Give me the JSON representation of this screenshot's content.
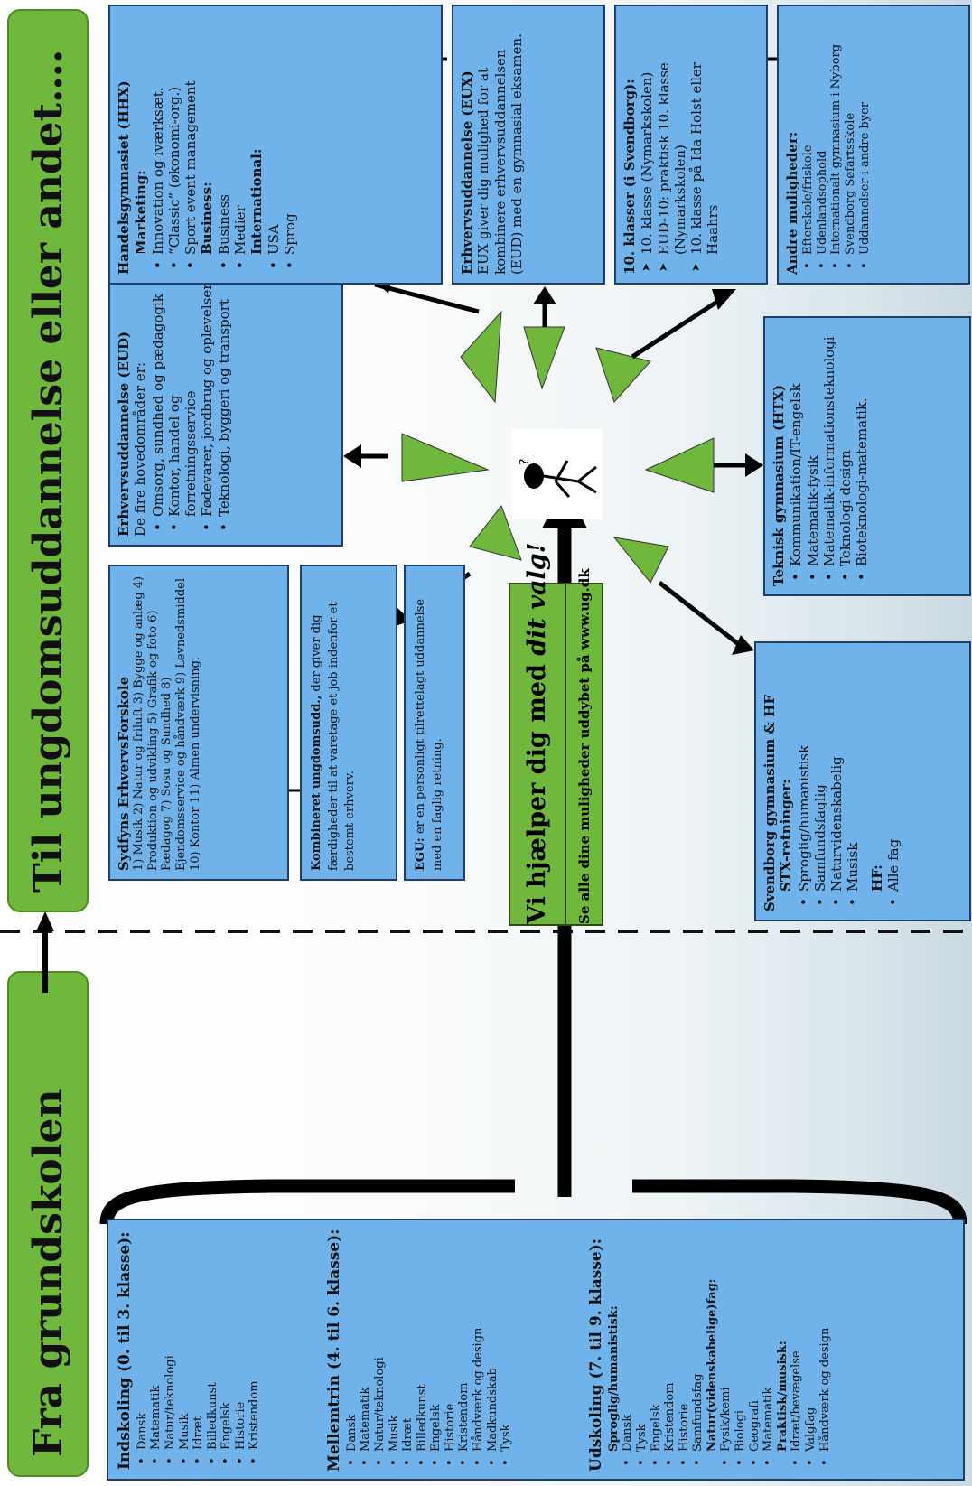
{
  "banners": {
    "left_title": "Fra grundskolen",
    "right_title": "Til ungdomsuddannelse eller andet…."
  },
  "center": {
    "main": "Vi hjælper dig med dit valg!",
    "main_before": "Vi hjælper dig med ",
    "main_italic": "dit valg!",
    "sub": "Se alle dine muligheder uddybet på www.ug.dk"
  },
  "grundskole": {
    "sections": [
      {
        "title": "Indskoling (0. til 3. klasse):",
        "items": [
          "Dansk",
          "Matematik",
          "Natur/teknologi",
          "Musik",
          "Idræt",
          "Billedkunst",
          "Engelsk",
          "Historie",
          "Kristendom"
        ]
      },
      {
        "title": "Mellemtrin (4. til 6. klasse):",
        "items": [
          "Dansk",
          "Matematik",
          "Natur/teknologi",
          "Musik",
          "Idræt",
          "Billedkunst",
          "Engelsk",
          "Historie",
          "Kristendom",
          "Håndværk og design",
          "Madkundskab",
          "Tysk"
        ]
      },
      {
        "title": "Udskoling (7. til 9. klasse):",
        "groups": [
          {
            "name": "Sproglig/humanistisk:",
            "items": [
              "Dansk",
              "Tysk",
              "Engelsk",
              "Kristendom",
              "Historie",
              "Samfundsfag"
            ]
          },
          {
            "name": "Natur(videnskabelige)fag:",
            "items": [
              "Fysik/kemi",
              "Biologi",
              "Geografi",
              "Matematik"
            ]
          },
          {
            "name": "Praktisk/musisk:",
            "items": [
              "Idræt/bevægelse",
              "Valgfag",
              "Håndværk og design"
            ]
          }
        ]
      }
    ]
  },
  "sydfyns": {
    "title": "Sydfyns ErhvervsForskole",
    "text": "1) Musik 2) Natur og friluft 3) Bygge og anlæg 4) Produktion og udvikling 5) Grafik og foto 6) Pædagog 7) Sosu og Sundhed 8) Ejendomsservice og håndværk 9) Levnedsmiddel 10) Kontor 11) Almen undervisning."
  },
  "kombineret": {
    "title": "Kombineret ungdomsudd.,",
    "text": " der giver dig færdigheder til at varetage et job indenfor et bestemt erhverv."
  },
  "egu": {
    "title": "EGU:",
    "text": " er en personligt tilrettelagt uddannelse med en faglig retning."
  },
  "eud": {
    "title": "Erhvervsuddannelse (EUD)",
    "intro": "De fire hovedområder er:",
    "items": [
      "Omsorg, sundhed og pædagogik",
      "Kontor, handel og forretningsservice",
      "Fødevarer, jordbrug og oplevelser",
      "Teknologi, byggeri og transport"
    ]
  },
  "stx": {
    "title": "Svendborg gymnasium & HF",
    "subtitle": "STX-retninger:",
    "items": [
      "Sproglig/humanistisk",
      "Samfundsfaglig",
      "Naturvidenskabelig",
      "Musisk"
    ],
    "hf_title": "HF:",
    "hf_items": [
      "Alle fag"
    ]
  },
  "htx": {
    "title": "Teknisk gymnasium (HTX)",
    "items": [
      "Kommunikation/IT-engelsk",
      "Matematik-fysik",
      "Matematik-informationsteknologi",
      "Teknologi design",
      "Bioteknologi-matematik."
    ]
  },
  "hhx": {
    "title": "Handelsgymnasiet (HHX)",
    "groups": [
      {
        "name": "Marketing:",
        "items": [
          "Innovation og iværksæt.",
          "“Classic” (økonomi-org.)",
          "Sport event management"
        ]
      },
      {
        "name": "Business:",
        "items": [
          "Business",
          "Medier"
        ]
      },
      {
        "name": "International:",
        "items": [
          "USA",
          "Sprog"
        ]
      }
    ]
  },
  "eux": {
    "title": "Erhvervsuddannelse (EUX)",
    "text": "EUX giver dig mulighed for at kombinere erhvervsuddannelsen (EUD) med en gymnasial eksamen."
  },
  "tiende": {
    "title": "10. klasser (i Svendborg):",
    "items": [
      "10. klasse (Nymarkskolen)",
      "EUD-10: praktisk 10. klasse (Nymarkskolen)",
      "10. klasse på Ida Holst eller Haahrs"
    ]
  },
  "andre": {
    "title": "Andre muligheder:",
    "items": [
      "Efterskole/friskole",
      "Udenlandsophold",
      "Internationalt gymnasium i Nyborg",
      "Svendborg Søfartsskole",
      "Uddannelser i andre byer"
    ]
  },
  "colors": {
    "green": "#6fb83b",
    "blue": "#6fb3ea",
    "border": "#1d3f6a"
  }
}
